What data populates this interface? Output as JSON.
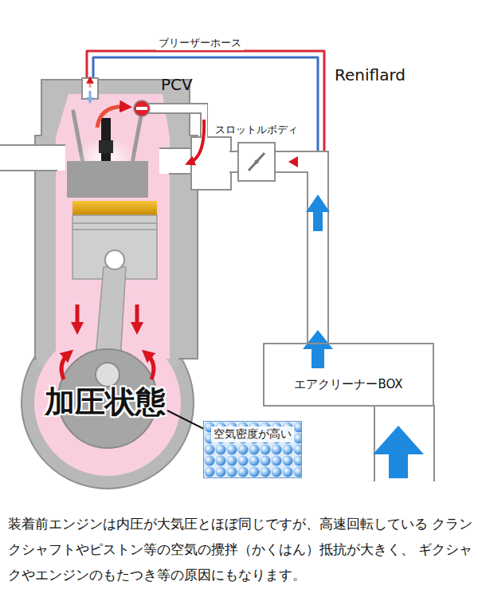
{
  "diagram": {
    "caption": "装着前エンジンは内圧が大気圧とほぼ同じですが、高速回転している クランクシャフトやピストン等の空気の攪拌（かくはん）抵抗が大きく、 ギクシャクやエンジンのもたつき等の原因にもなります。",
    "nodes": [
      {
        "text": [
          "スロットルボディ"
        ]
      },
      {
        "text": [
          "エアクリーナーBOX"
        ]
      },
      {
        "text": [
          "空気密度が高い"
        ]
      }
    ],
    "edges": [
      {
        "from": 1,
        "to": 0,
        "arrow": "to"
      }
    ],
    "labels": [
      "ブリーザーホース",
      "Reniflard",
      "PCV",
      "加圧状態"
    ]
  }
}
